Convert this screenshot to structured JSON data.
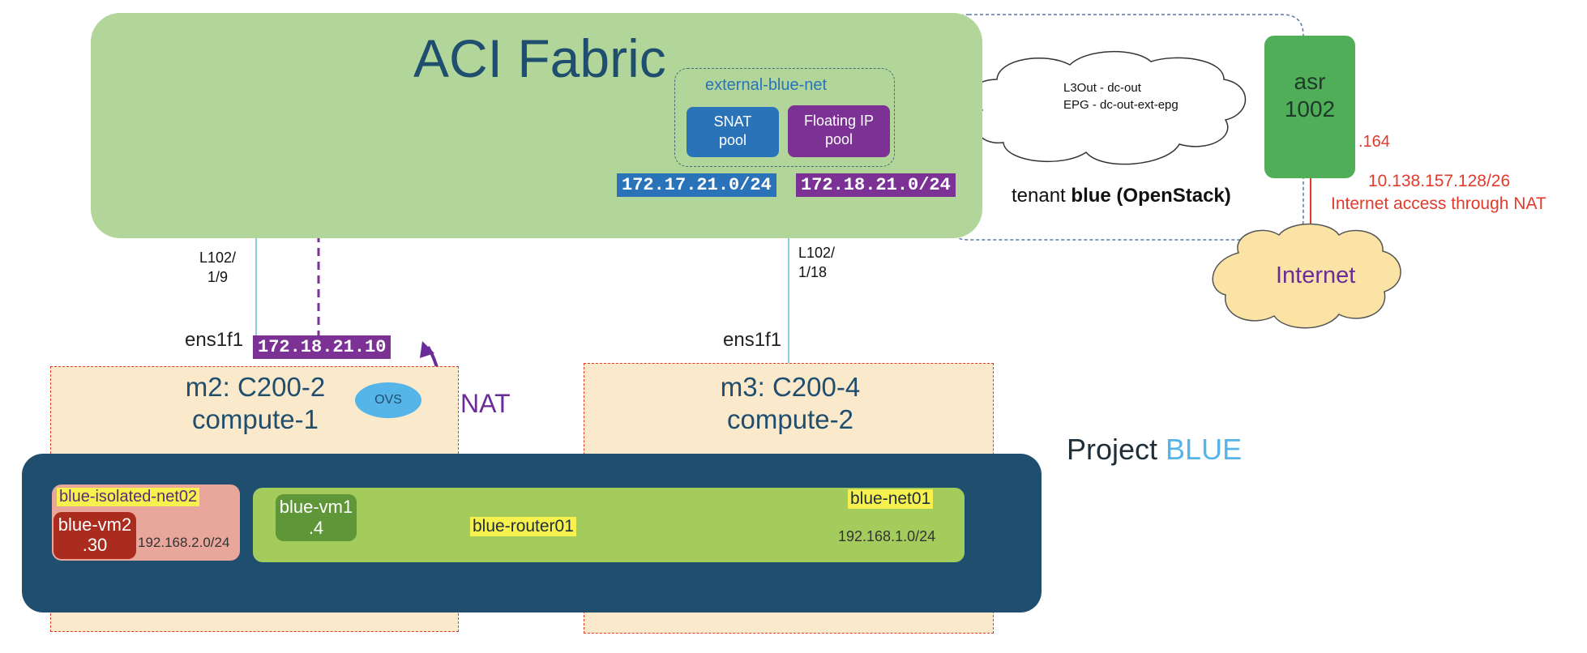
{
  "colors": {
    "fabric": "#b2d69a",
    "snat": "#2b73b9",
    "floating": "#7b3294",
    "compute_bg": "#fbe9cc",
    "project_bg": "#1f4e6e",
    "net_green": "#a3cc5d",
    "isolated_bg": "#e9a79c",
    "vm1": "#5f9638",
    "vm2": "#a92c1f",
    "asr": "#4fae57",
    "nat_purple": "#6a2d98",
    "red": "#e23a2b",
    "highlight": "#f7f14f",
    "ovs": "#55b4e8",
    "internet_cloud": "#fbe3a6"
  },
  "fabric": {
    "title": "ACI Fabric"
  },
  "external_net": {
    "label": "external-blue-net"
  },
  "pools": {
    "snat": "SNAT\npool",
    "floating": "Floating IP\npool"
  },
  "subnets": {
    "snat": "172.17.21.0/24",
    "floating": "172.18.21.0/24",
    "ens_ip": "172.18.21.10"
  },
  "l3out": {
    "line1": "L3Out - dc-out",
    "line2": "EPG - dc-out-ext-epg"
  },
  "tenant": {
    "prefix": "tenant ",
    "name": "blue (OpenStack)"
  },
  "asr": {
    "label": "asr\n1002",
    "ip_suffix": ".164"
  },
  "internet": {
    "subnet": "10.138.157.128/26",
    "note": "Internet access through NAT",
    "label": "Internet"
  },
  "links": {
    "left": "L102/\n1/9",
    "right": "L102/\n1/18"
  },
  "interfaces": {
    "left": "ens1f1",
    "right": "ens1f1"
  },
  "computes": {
    "left": "m2: C200-2\ncompute-1",
    "right": "m3: C200-4\ncompute-2"
  },
  "ovs": "OVS",
  "nat": "NAT",
  "project": {
    "prefix": "Project ",
    "name": "BLUE"
  },
  "isolated_net": {
    "label": "blue-isolated-net02",
    "cidr": "192.168.2.0/24"
  },
  "vm2": {
    "name": "blue-vm2",
    "ip": ".30"
  },
  "vm1": {
    "name": "blue-vm1",
    "ip": ".4"
  },
  "router": {
    "label": "blue-router01"
  },
  "net01": {
    "label": "blue-net01",
    "cidr": "192.168.1.0/24"
  }
}
